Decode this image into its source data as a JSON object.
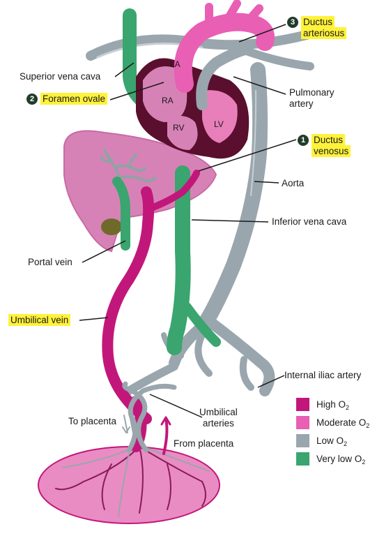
{
  "colors": {
    "high_o2": "#c2177a",
    "moderate_o2": "#e85fb4",
    "low_o2": "#9aa6ad",
    "very_low_o2": "#3aa56f",
    "highlight": "#fff23a",
    "heart_dark": "#5a0f2e"
  },
  "heart": {
    "la": "LA",
    "ra": "RA",
    "rv": "RV",
    "lv": "LV"
  },
  "labels": {
    "superior_vena_cava": "Superior vena cava",
    "foramen_ovale_num": "2",
    "foramen_ovale": "Foramen ovale",
    "ductus_arteriosus_num": "3",
    "ductus_arteriosus_line1": "Ductus",
    "ductus_arteriosus_line2": "arteriosus",
    "pulmonary_artery_line1": "Pulmonary",
    "pulmonary_artery_line2": "artery",
    "ductus_venosus_num": "1",
    "ductus_venosus_line1": "Ductus",
    "ductus_venosus_line2": "venosus",
    "aorta": "Aorta",
    "inferior_vena_cava": "Inferior vena cava",
    "portal_vein": "Portal vein",
    "umbilical_vein": "Umbilical vein",
    "internal_iliac_artery": "Internal iliac artery",
    "umbilical_arteries_line1": "Umbilical",
    "umbilical_arteries_line2": "arteries",
    "to_placenta": "To placenta",
    "from_placenta": "From placenta"
  },
  "legend": [
    {
      "label": "High O",
      "sub": "2",
      "color_key": "high_o2"
    },
    {
      "label": "Moderate O",
      "sub": "2",
      "color_key": "moderate_o2"
    },
    {
      "label": "Low O",
      "sub": "2",
      "color_key": "low_o2"
    },
    {
      "label": "Very low O",
      "sub": "2",
      "color_key": "very_low_o2"
    }
  ]
}
